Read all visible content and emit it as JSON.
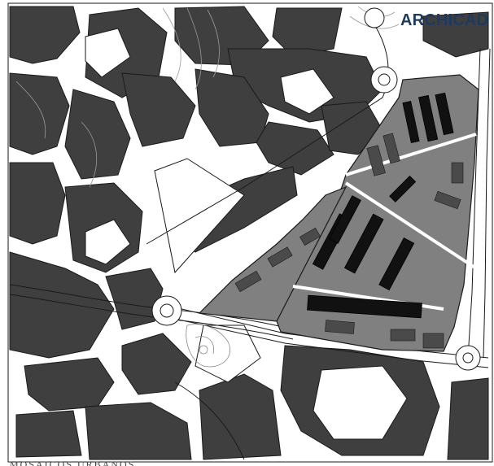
{
  "header": {
    "brand_title": "ARCHICAD"
  },
  "footer": {
    "caption": "MOSAICOS URBANOS"
  },
  "colors": {
    "building": "#3f3f3f",
    "block_fill": "#ffffff",
    "street": "#ffffff",
    "street_edge": "#1a1a1a",
    "site_zone": "#808080",
    "site_building": "#111111",
    "contour": "#9a9a9a",
    "brand_text": "#1f3a5f"
  },
  "icons": {
    "roundabout": "roundabout-icon",
    "park": "park-icon",
    "site": "highlight-area"
  }
}
